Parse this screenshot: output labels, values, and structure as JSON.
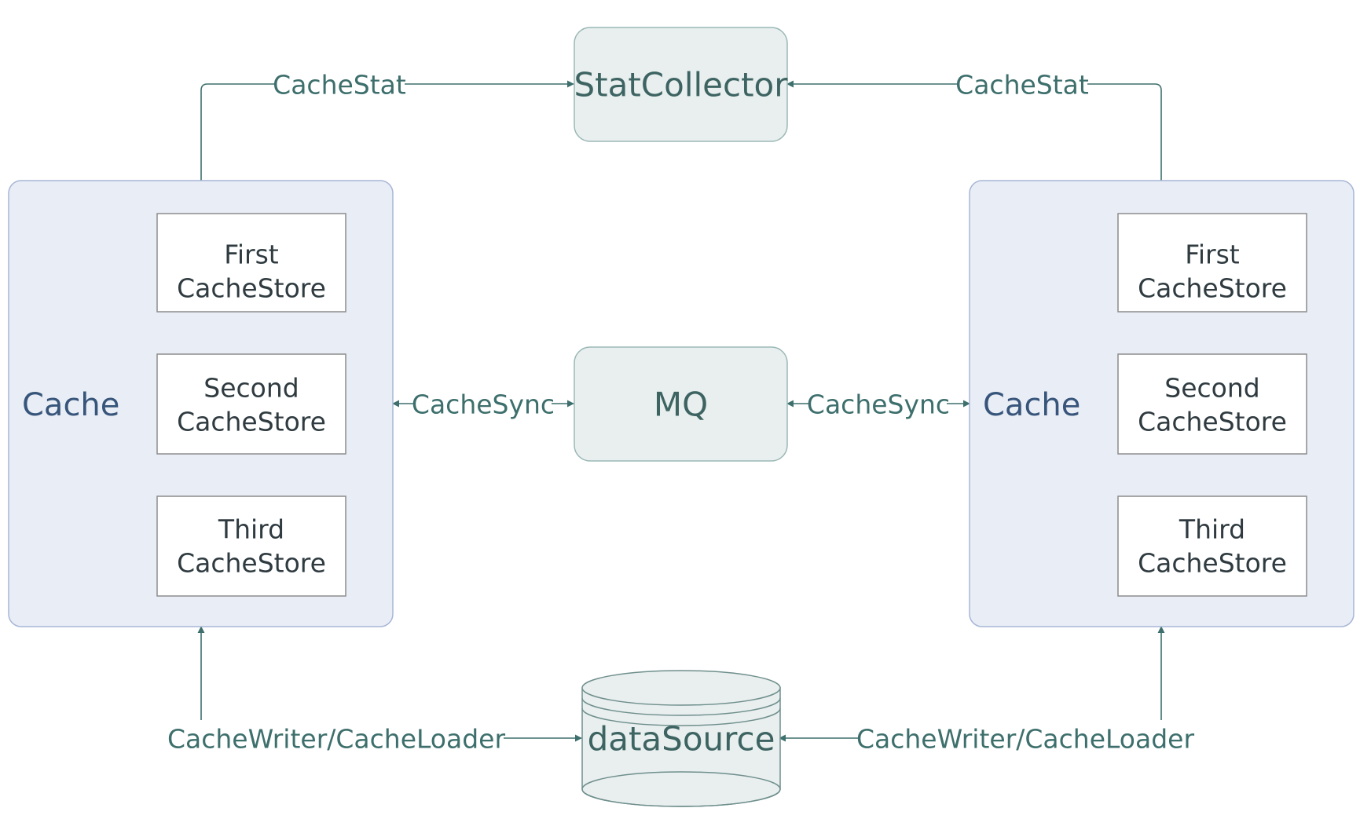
{
  "nodes": {
    "stat_collector": "StatCollector",
    "mq": "MQ",
    "data_source": "dataSource"
  },
  "left_cache": {
    "label": "Cache",
    "stores": [
      {
        "line1": "First",
        "line2": "CacheStore"
      },
      {
        "line1": "Second",
        "line2": "CacheStore"
      },
      {
        "line1": "Third",
        "line2": "CacheStore"
      }
    ]
  },
  "right_cache": {
    "label": "Cache",
    "stores": [
      {
        "line1": "First",
        "line2": "CacheStore"
      },
      {
        "line1": "Second",
        "line2": "CacheStore"
      },
      {
        "line1": "Third",
        "line2": "CacheStore"
      }
    ]
  },
  "edges": {
    "left_stat": "CacheStat",
    "right_stat": "CacheStat",
    "left_sync": "CacheSync",
    "right_sync": "CacheSync",
    "left_loader": "CacheWriter/CacheLoader",
    "right_loader": "CacheWriter/CacheLoader"
  },
  "colors": {
    "cache_fill": "#e9edf6",
    "service_fill": "#e8efee",
    "connector": "#3d6f6c",
    "cache_label": "#37557a"
  }
}
